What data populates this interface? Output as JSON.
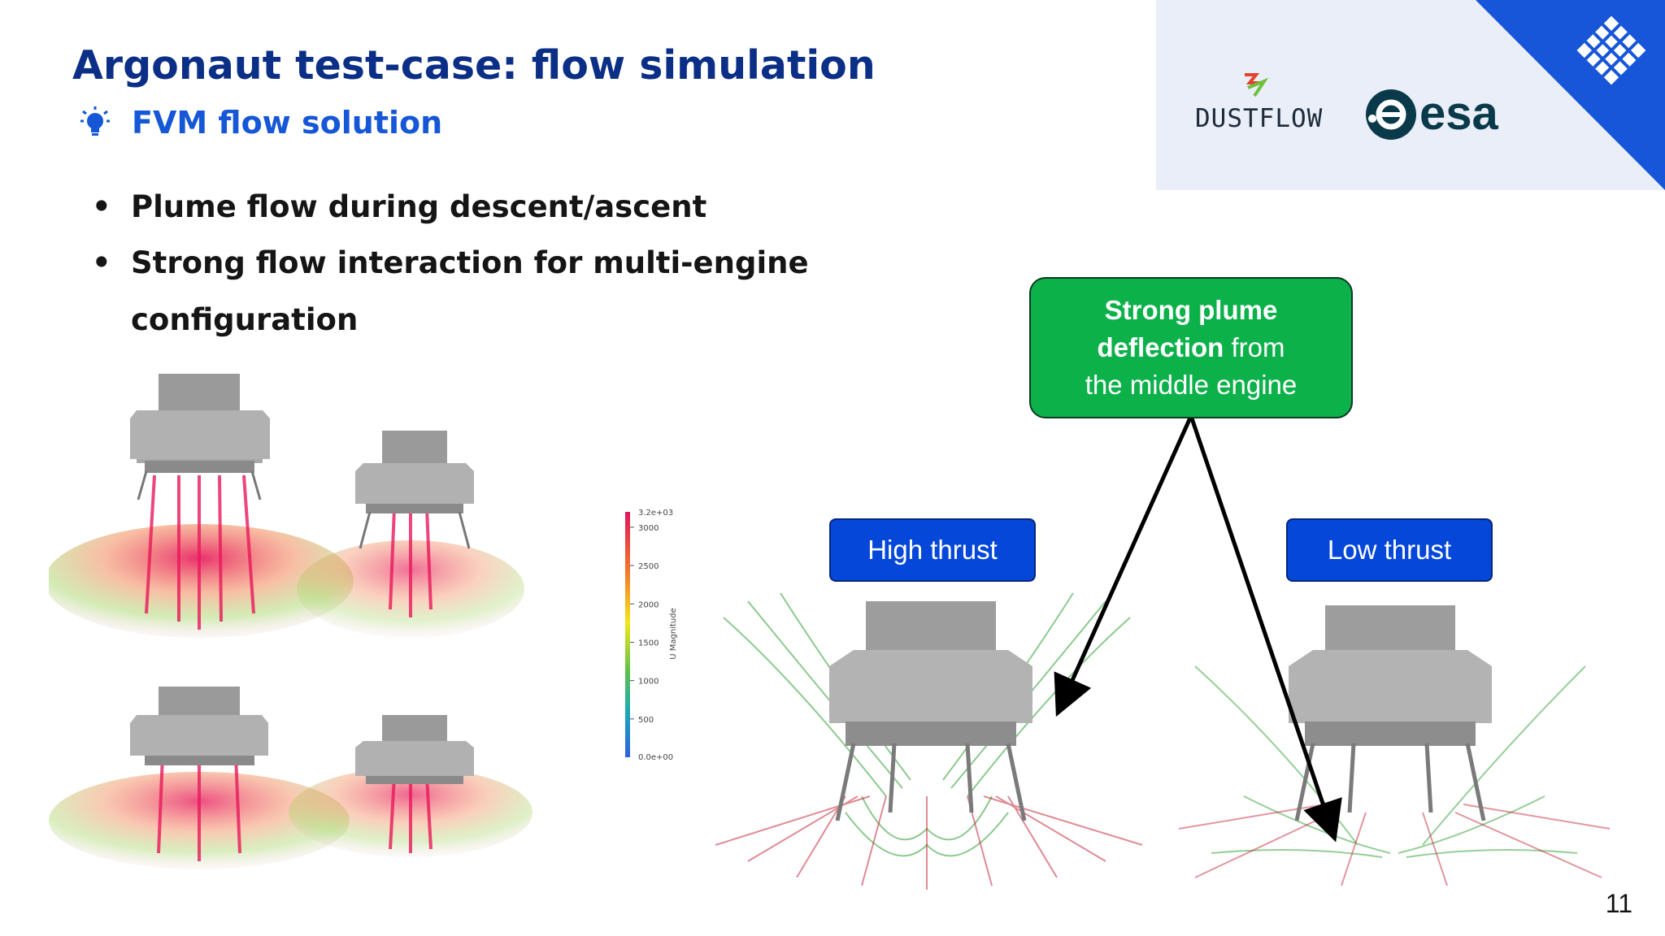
{
  "slide": {
    "title": "Argonaut test-case: flow simulation",
    "subtitle": "FVM flow solution",
    "subtitle_icon": "lightbulb-icon",
    "bullets": [
      "Plume flow during descent/ascent",
      "Strong flow interaction for multi-engine",
      "configuration"
    ],
    "page_number": "11"
  },
  "logos": {
    "dustflow": "DUSTFLOW",
    "esa": "esa",
    "corner_icon": "grid-diamond-icon"
  },
  "colorbar": {
    "title": "U Magnitude",
    "max_label": "3.2e+03",
    "min_label": "0.0e+00",
    "ticks": [
      "3000",
      "2500",
      "2000",
      "1500",
      "1000",
      "500"
    ]
  },
  "annotations": {
    "high_thrust": "High thrust",
    "low_thrust": "Low thrust",
    "callout_bold_1": "Strong plume",
    "callout_bold_2": "deflection",
    "callout_rest_2": " from",
    "callout_line_3": "the middle engine"
  },
  "colors": {
    "title": "#0b2f86",
    "subtitle": "#1557d6",
    "tag_blue": "#0547d8",
    "callout_green": "#0cb14a",
    "logo_panel": "#e9eef9",
    "corner_blue": "#1756d8"
  }
}
